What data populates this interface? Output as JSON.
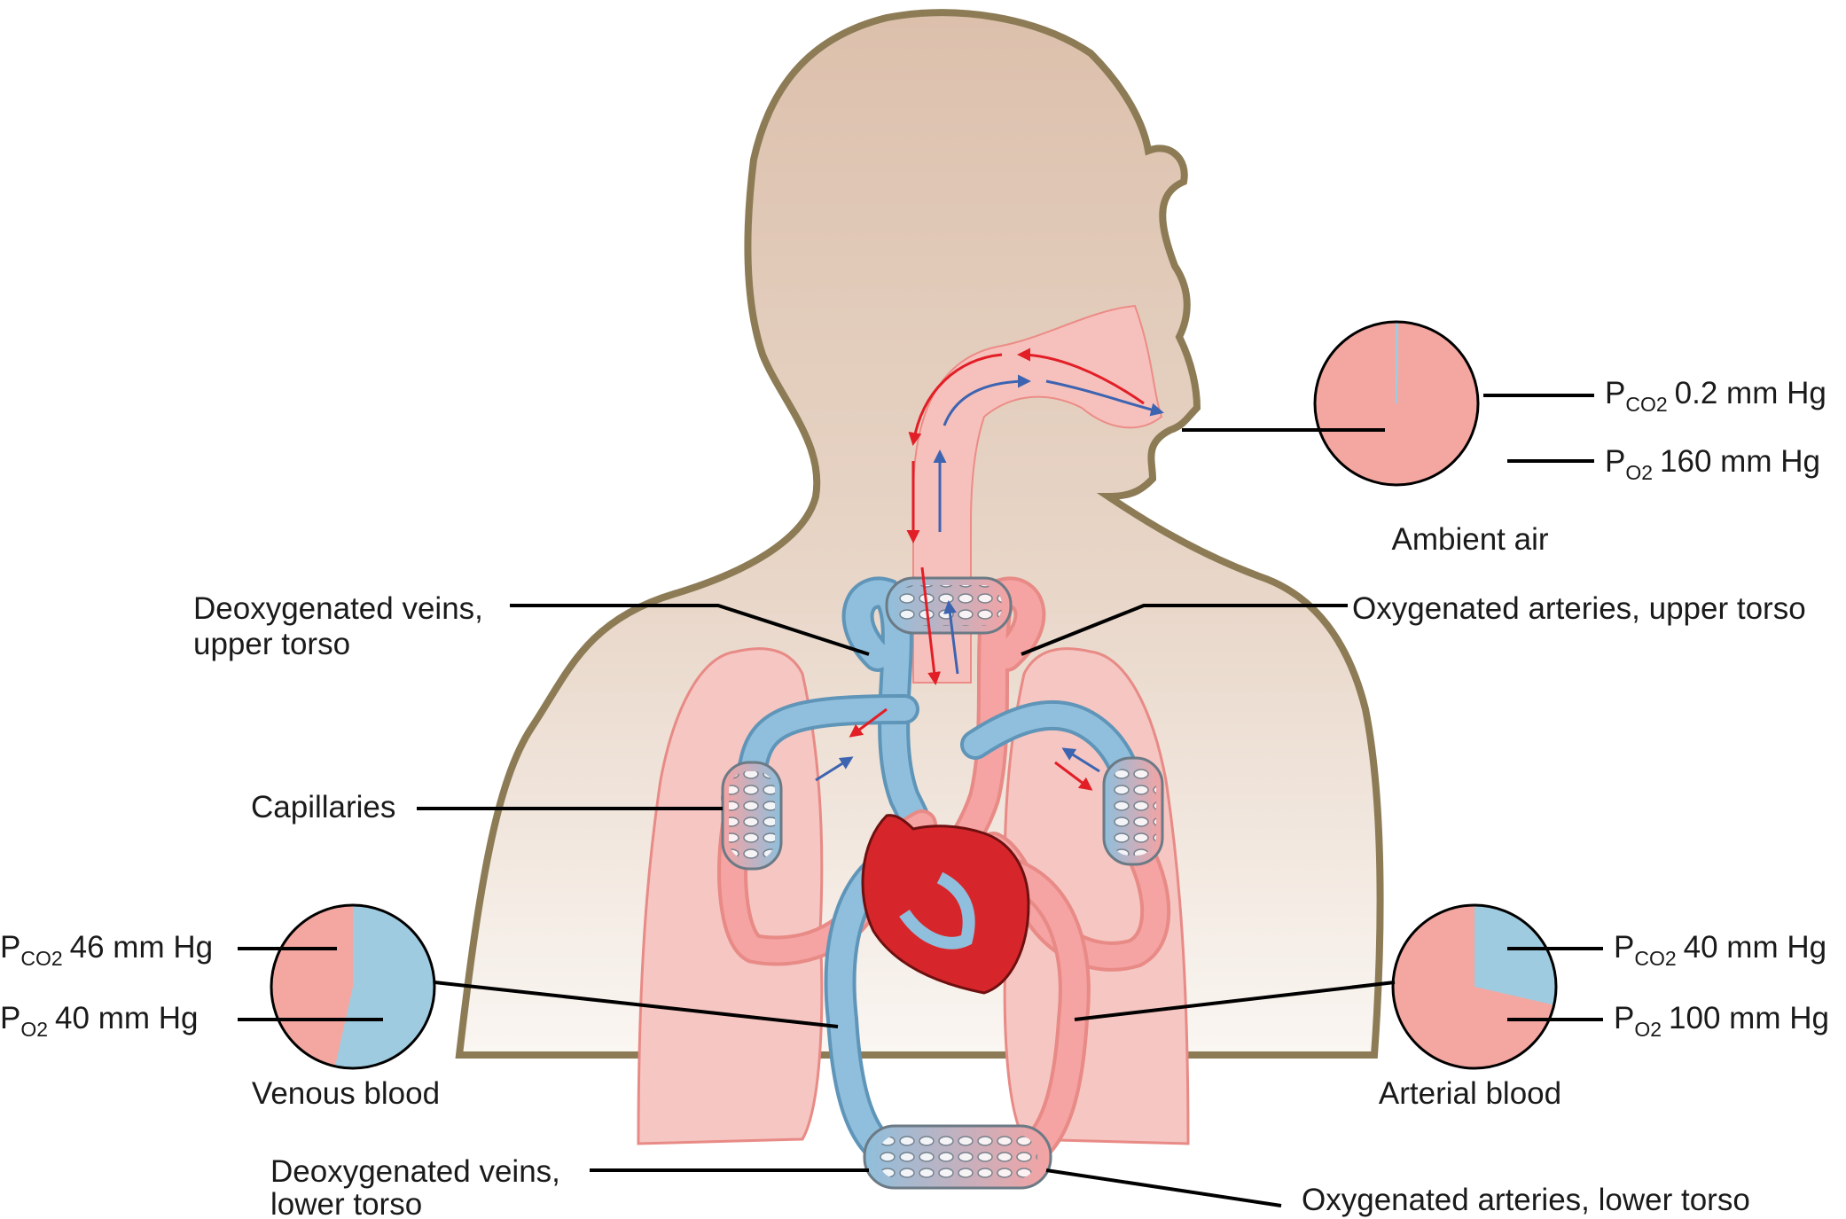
{
  "labels": {
    "deox_upper": [
      "Deoxygenated veins,",
      "upper torso"
    ],
    "ox_upper": "Oxygenated arteries, upper torso",
    "capillaries": "Capillaries",
    "deox_lower": [
      "Deoxygenated veins,",
      "lower torso"
    ],
    "ox_lower": "Oxygenated arteries, lower torso"
  },
  "pies": {
    "ambient": {
      "caption": "Ambient air",
      "pco2": {
        "symbol": "P",
        "sub": "CO2",
        "value": "0.2 mm Hg"
      },
      "po2": {
        "symbol": "P",
        "sub": "O2",
        "value": "160 mm Hg"
      },
      "blue_fraction": 0.002
    },
    "venous": {
      "caption": "Venous blood",
      "pco2": {
        "symbol": "P",
        "sub": "CO2",
        "value": "46 mm Hg"
      },
      "po2": {
        "symbol": "P",
        "sub": "O2",
        "value": "40 mm Hg"
      },
      "blue_fraction": 0.535
    },
    "arterial": {
      "caption": "Arterial blood",
      "pco2": {
        "symbol": "P",
        "sub": "CO2",
        "value": "40 mm Hg"
      },
      "po2": {
        "symbol": "P",
        "sub": "O2",
        "value": "100 mm Hg"
      },
      "blue_fraction": 0.286
    }
  },
  "colors": {
    "oxygen_pink": "#f4a7a0",
    "co2_blue": "#9ecbe0",
    "skin": "#dcc0ac",
    "outline": "#8c7b55",
    "artery": "#f5a3a3",
    "vein": "#8fbfdc",
    "heart": "#d7262b",
    "arrow_red": "#e21e26",
    "arrow_blue": "#3d64b0"
  }
}
